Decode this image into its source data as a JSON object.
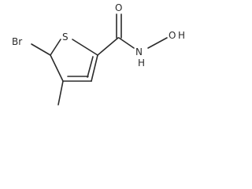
{
  "molecule": {
    "atoms": {
      "br": "Br",
      "s": "S",
      "o": "O",
      "n": "N",
      "h": "H",
      "oh": "O",
      "oh_h": "H"
    }
  }
}
